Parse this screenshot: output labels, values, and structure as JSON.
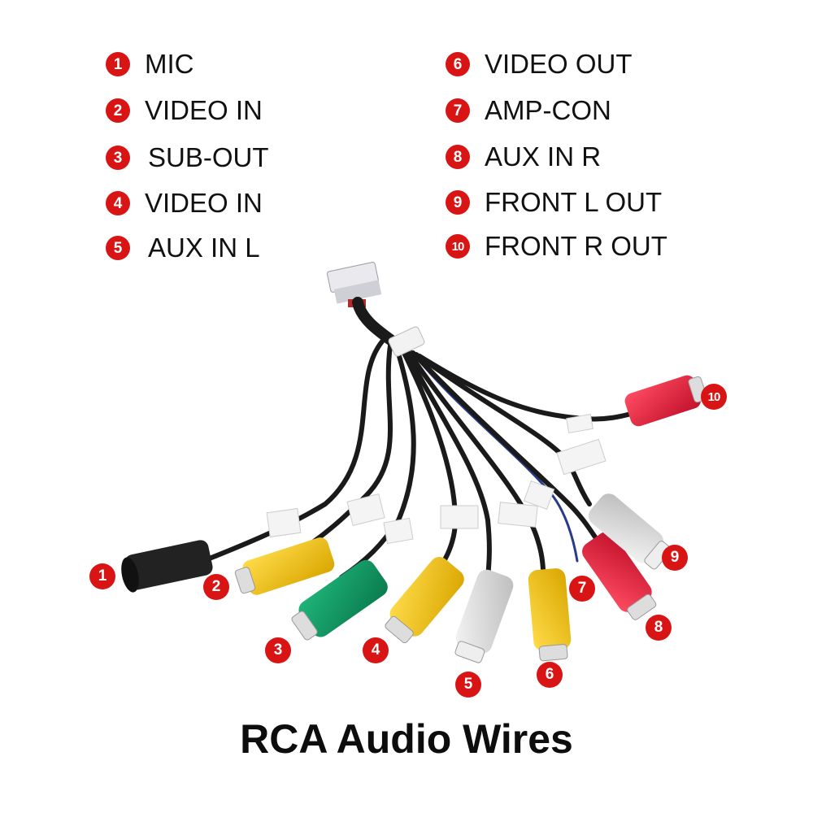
{
  "legend": {
    "items": [
      {
        "number": "1",
        "label": "MIC"
      },
      {
        "number": "2",
        "label": "VIDEO IN"
      },
      {
        "number": "3",
        "label": "SUB-OUT"
      },
      {
        "number": "4",
        "label": "VIDEO IN"
      },
      {
        "number": "5",
        "label": "AUX IN L"
      },
      {
        "number": "6",
        "label": "VIDEO OUT"
      },
      {
        "number": "7",
        "label": "AMP-CON"
      },
      {
        "number": "8",
        "label": "AUX IN R"
      },
      {
        "number": "9",
        "label": "FRONT L OUT"
      },
      {
        "number": "10",
        "label": "FRONT R OUT"
      }
    ]
  },
  "callouts": [
    "1",
    "2",
    "3",
    "4",
    "5",
    "6",
    "7",
    "8",
    "9",
    "10"
  ],
  "caption": "RCA Audio Wires",
  "colors": {
    "badge": "#d81414",
    "yellow": "#f2c21a",
    "green": "#0f9a63",
    "white": "#e6e6e6",
    "red": "#e0203a",
    "cable": "#1a1a1a"
  }
}
